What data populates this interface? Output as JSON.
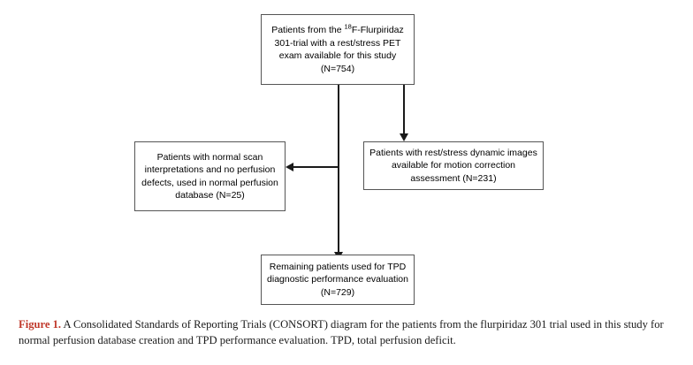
{
  "figure": {
    "caption_label": "Figure 1.",
    "caption_body": " A Consolidated Standards of Reporting Trials (CONSORT) diagram for the patients from the flurpiridaz 301 trial used in this study for normal perfusion database creation and TPD performance evaluation. TPD, total perfusion deficit.",
    "label_color": "#c0392b",
    "text_color": "#1b1b1b"
  },
  "diagram": {
    "type": "consort-flowchart",
    "box_border_color": "#555555",
    "connector_color": "#1a1a1a",
    "nodes": [
      {
        "id": "top",
        "name": "enrolled-cohort-box",
        "line1_prefix": "Patients from the ",
        "isotope_sup": "18",
        "line1_suffix": "F-Flurpiridaz",
        "line2": "301-trial with a rest/stress PET",
        "line3": "exam available for this study",
        "line4": "(N=754)",
        "count": 754
      },
      {
        "id": "left",
        "name": "normal-perfusion-database-box",
        "text": "Patients with normal scan interpretations and no perfusion defects, used in normal perfusion database (N=25)",
        "count": 25
      },
      {
        "id": "right",
        "name": "motion-correction-assessment-box",
        "text": "Patients with rest/stress dynamic images available for motion correction assessment (N=231)",
        "count": 231
      },
      {
        "id": "bottom",
        "name": "tpd-evaluation-box",
        "text": "Remaining patients used for TPD diagnostic performance evaluation (N=729)",
        "count": 729
      }
    ],
    "edges": [
      {
        "from": "top",
        "to": "right",
        "direction": "down"
      },
      {
        "from": "top",
        "to": "left",
        "direction": "left"
      },
      {
        "from": "top",
        "to": "bottom",
        "direction": "down"
      }
    ]
  }
}
